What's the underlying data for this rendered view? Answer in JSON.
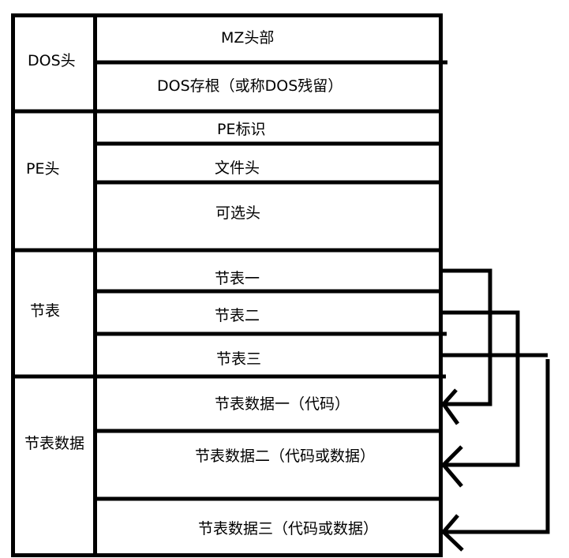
{
  "sections": [
    {
      "label": "DOS头",
      "rows": [
        {
          "label": "MZ头部"
        },
        {
          "label": "DOS存根（或称DOS残留）"
        }
      ]
    },
    {
      "label": "PE头",
      "rows": [
        {
          "label": "PE标识"
        },
        {
          "label": "文件头"
        },
        {
          "label": "可选头"
        }
      ]
    },
    {
      "label": "节表",
      "rows": [
        {
          "label": "节表一"
        },
        {
          "label": "节表二"
        },
        {
          "label": "节表三"
        }
      ]
    },
    {
      "label": "节表数据",
      "rows": [
        {
          "label": "节表数据一（代码）"
        },
        {
          "label": "节表数据二（代码或数据）"
        },
        {
          "label": "节表数据三（代码或数据）"
        }
      ]
    }
  ],
  "connections": [
    {
      "from": "节表一",
      "to": "节表数据一（代码）"
    },
    {
      "from": "节表二",
      "to": "节表数据二（代码或数据）"
    },
    {
      "from": "节表三",
      "to": "节表数据三（代码或数据）"
    }
  ],
  "colors": {
    "line": "#000000",
    "text": "#000000",
    "background": "#ffffff"
  }
}
